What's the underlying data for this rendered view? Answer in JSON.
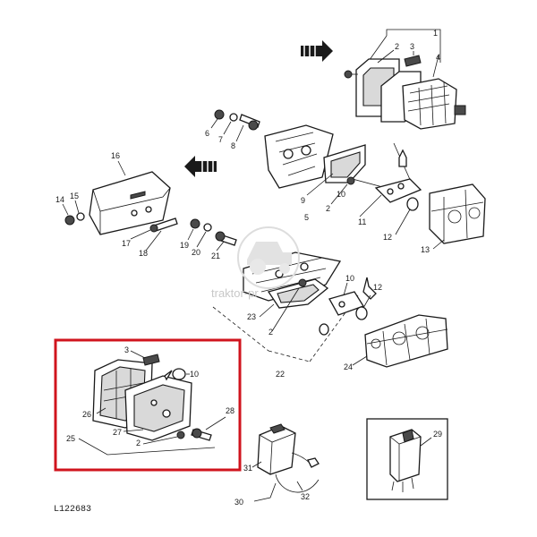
{
  "figure_code": "L122683",
  "watermark": "traktor-pr",
  "colors": {
    "highlight": "#d0141e",
    "ink": "#1a1a1a",
    "watermark": "#c8c8c8"
  },
  "icons": [
    "direction-arrow-icon",
    "tractor-watermark-icon"
  ],
  "callouts": [
    "1",
    "2",
    "3",
    "4",
    "5",
    "6",
    "7",
    "8",
    "9",
    "10",
    "11",
    "12",
    "13",
    "14",
    "15",
    "16",
    "17",
    "18",
    "19",
    "20",
    "21",
    "22",
    "23",
    "24",
    "25",
    "26",
    "27",
    "28",
    "29",
    "30",
    "31",
    "32"
  ],
  "repeated_callouts": {
    "c2b": "2",
    "c2c": "2",
    "c2d": "2",
    "c3b": "3",
    "c10b": "10",
    "c10c": "10",
    "c12b": "12"
  }
}
